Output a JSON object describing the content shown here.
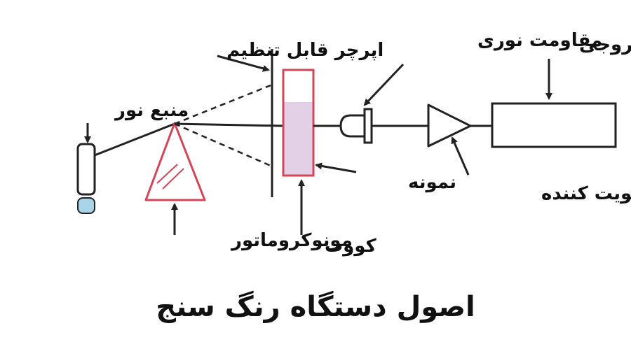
{
  "title": "اصول دستگاه رنگ سنج",
  "labels": {
    "light_source": "منبع نور",
    "adjustable_aperture": "اپرچر قابل تنظیم",
    "monochromator": "مونوکروماتور",
    "cuvette": "کووت",
    "sample": "نمونه",
    "photoresistor": "مقاومت نوری",
    "amplifier": "تقویت کننده",
    "output": "خروجی"
  },
  "colors": {
    "line": "#222222",
    "prism": "#d64457",
    "cuvette_border": "#d64457",
    "sample_fill": "#e3cfe6",
    "lamp_cap": "#a9d4e8",
    "text": "#111111"
  }
}
